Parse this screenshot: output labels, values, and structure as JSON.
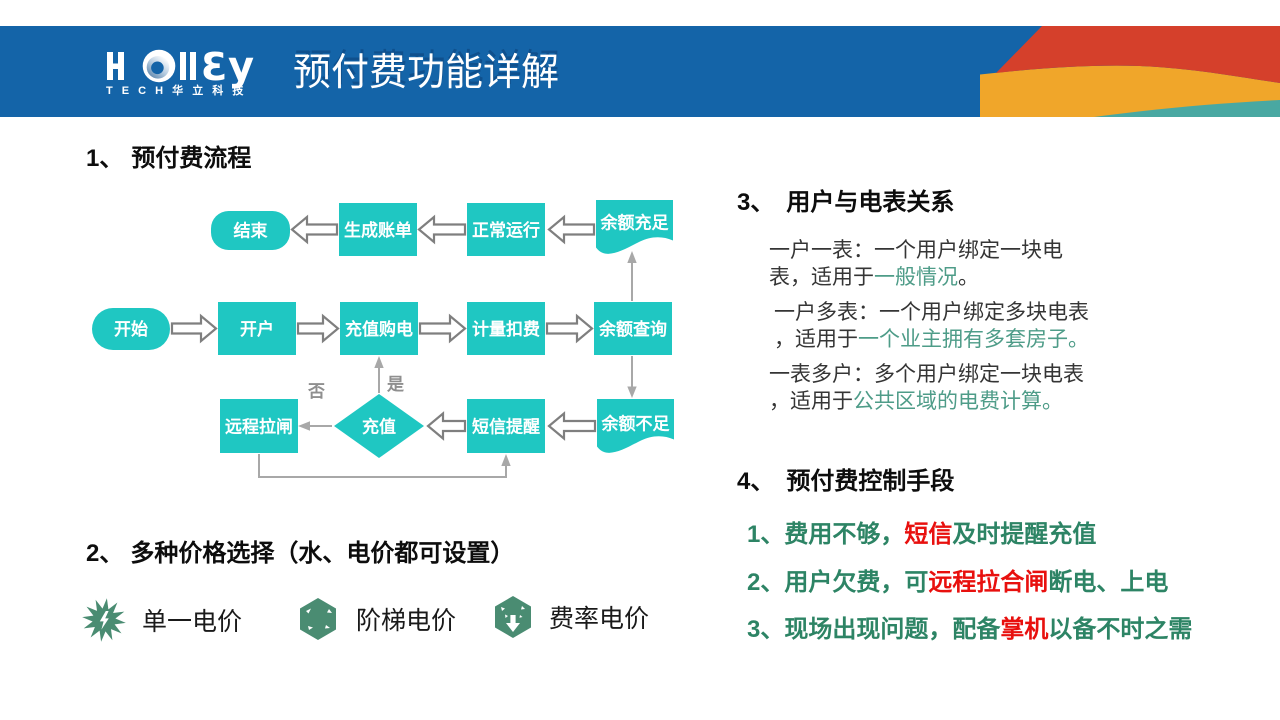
{
  "header": {
    "title": "预付费功能详解",
    "logo_brand": "HOllEY",
    "logo_sub": "T E C H  华 立 科 技",
    "logo_glyph_e": "Ɛ",
    "logo_glyph_y": "y"
  },
  "palette": {
    "header_blue": "#1464a8",
    "deco_red": "#d5402b",
    "deco_orange": "#f0a62a",
    "deco_teal": "#49a8a2",
    "flow_box_teal": "#1fc7c2",
    "arrow_gray": "#7f7f7f",
    "thin_arrow_gray": "#a8a8a8",
    "icon_green": "#4a8c72",
    "highlight_teal_text": "#4e9c88",
    "control_green_text": "#2d8465",
    "control_red_text": "#e8100e"
  },
  "sections": {
    "s1": {
      "num": "1、",
      "title": "预付费流程"
    },
    "s2": {
      "num": "2、",
      "title": "多种价格选择（水、电价都可设置）"
    },
    "s3": {
      "num": "3、",
      "title": "用户与电表关系"
    },
    "s4": {
      "num": "4、",
      "title": "预付费控制手段"
    }
  },
  "flowchart": {
    "nodes": {
      "start": "开始",
      "open_account": "开户",
      "purchase": "充值购电",
      "metering": "计量扣费",
      "balance_query": "余额查询",
      "end": "结束",
      "billing": "生成账单",
      "normal_run": "正常运行",
      "balance_enough": "余额充足",
      "remote_trip": "远程拉闸",
      "recharge": "充值",
      "sms_remind": "短信提醒",
      "balance_low": "余额不足"
    },
    "labels": {
      "yes": "是",
      "no": "否"
    }
  },
  "pricing": {
    "items": [
      {
        "icon": "burst-star-icon",
        "label": "单一电价"
      },
      {
        "icon": "hexagon-box-icon",
        "label": "阶梯电价"
      },
      {
        "icon": "hexagon-arrow-icon",
        "label": "费率电价"
      }
    ]
  },
  "relations": {
    "paragraphs": [
      [
        {
          "t": "一户一表：一个用户绑定一块电"
        },
        {
          "br": 1
        },
        {
          "t": "表，适用于"
        },
        {
          "t": "一般情况",
          "c": "teal"
        },
        {
          "t": "。"
        }
      ],
      [
        {
          "t": "一户多表：一个用户绑定多块电表"
        },
        {
          "br": 1
        },
        {
          "t": "，适用于"
        },
        {
          "t": "一个业主拥有多套房子。",
          "c": "teal"
        }
      ],
      [
        {
          "t": "一表多户：多个用户绑定一块电表"
        },
        {
          "br": 1
        },
        {
          "t": "，适用于"
        },
        {
          "t": "公共区域的电费计算。",
          "c": "teal"
        }
      ]
    ]
  },
  "controls": {
    "items": [
      [
        {
          "t": "1、费用不够，"
        },
        {
          "t": "短信",
          "c": "red"
        },
        {
          "t": "及时提醒充值"
        }
      ],
      [
        {
          "t": "2、用户欠费，可"
        },
        {
          "t": "远程拉合闸",
          "c": "red"
        },
        {
          "t": "断电、上电"
        }
      ],
      [
        {
          "t": "3、现场出现问题，配备"
        },
        {
          "t": "掌机",
          "c": "red"
        },
        {
          "t": "以备不时之需"
        }
      ]
    ]
  }
}
